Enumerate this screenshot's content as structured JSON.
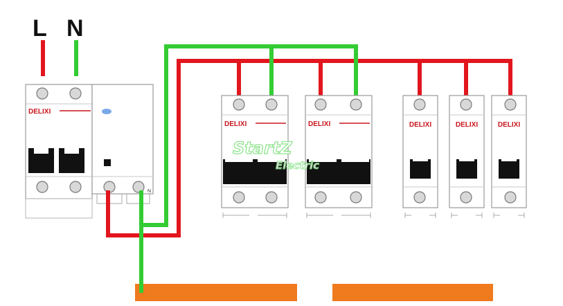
{
  "supply": {
    "line_label": "L",
    "neutral_label": "N"
  },
  "rcd": {
    "n_terminal_label": "N"
  },
  "brand": "DELIXI",
  "watermark": {
    "line1": "StartZ",
    "line2": "Electric"
  },
  "colors": {
    "live_wire": "#e2161e",
    "neutral_wire": "#33cc33",
    "busbar": "#f07a1e",
    "breaker_body": "#ffffff",
    "breaker_outline": "#9a9a9a",
    "brand_red": "#c8161d",
    "watermark": "#7ee07e"
  }
}
